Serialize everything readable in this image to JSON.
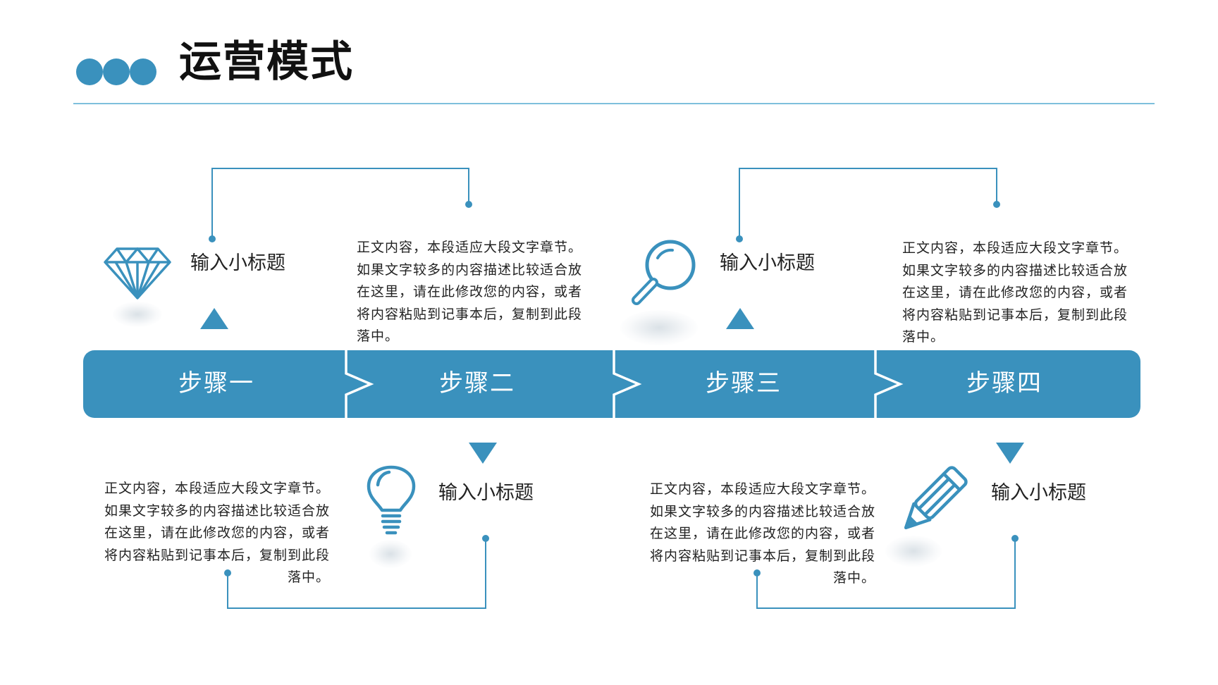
{
  "header": {
    "title": "运营模式"
  },
  "theme": {
    "accent": "#3a91bd",
    "rule": "#7ec0dc",
    "text": "#222222"
  },
  "steps": [
    {
      "label": "步骤一",
      "subtitle": "输入小标题",
      "icon": "diamond-icon",
      "text": "正文内容，本段适应大段文字章节。\n如果文字较多的内容描述比较适合放\n在这里，请在此修改您的内容，或者\n将内容粘贴到记事本后，复制到此段\n落中。"
    },
    {
      "label": "步骤二",
      "subtitle": "输入小标题",
      "icon": "lightbulb-icon",
      "text": "正文内容，本段适应大段文字章节。\n如果文字较多的内容描述比较适合放\n在这里，请在此修改您的内容，或者\n将内容粘贴到记事本后，复制到此段\n落中。"
    },
    {
      "label": "步骤三",
      "subtitle": "输入小标题",
      "icon": "magnifier-icon",
      "text": "正文内容，本段适应大段文字章节。\n如果文字较多的内容描述比较适合放\n在这里，请在此修改您的内容，或者\n将内容粘贴到记事本后，复制到此段\n落中。"
    },
    {
      "label": "步骤四",
      "subtitle": "输入小标题",
      "icon": "pencil-icon",
      "text": "正文内容，本段适应大段文字章节。\n如果文字较多的内容描述比较适合放\n在这里，请在此修改您的内容，或者\n将内容粘贴到记事本后，复制到此段\n落中。"
    }
  ]
}
